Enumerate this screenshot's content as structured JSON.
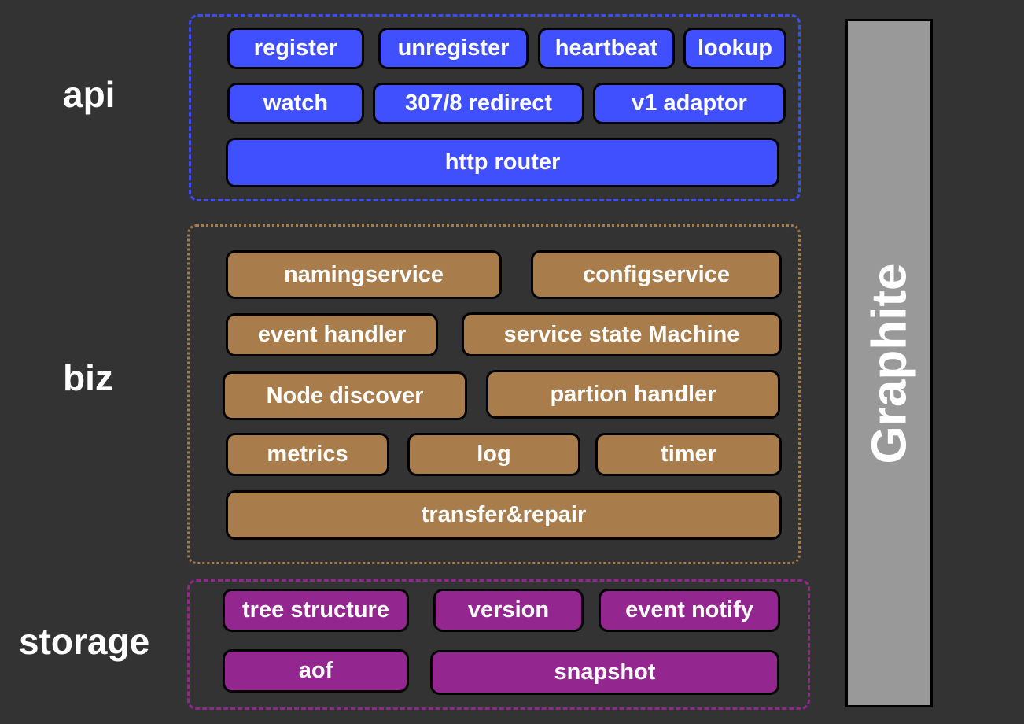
{
  "colors": {
    "background": "#333333",
    "api": "#4150ff",
    "biz": "#a87d4b",
    "storage": "#93278f",
    "side_bar": "#999999"
  },
  "api": {
    "label": "api",
    "row1": [
      "register",
      "unregister",
      "heartbeat",
      "lookup"
    ],
    "row2": [
      "watch",
      "307/8 redirect",
      "v1 adaptor"
    ],
    "row3": [
      "http router"
    ]
  },
  "biz": {
    "label": "biz",
    "row1": [
      "namingservice",
      "configservice"
    ],
    "row2": [
      "event handler",
      "service state Machine"
    ],
    "row3": [
      "Node discover",
      "partion handler"
    ],
    "row4": [
      "metrics",
      "log",
      "timer"
    ],
    "row5": [
      "transfer&repair"
    ]
  },
  "storage": {
    "label": "storage",
    "row1": [
      "tree structure",
      "version",
      "event notify"
    ],
    "row2": [
      "aof",
      "snapshot"
    ]
  },
  "side": {
    "label": "Graphite"
  }
}
